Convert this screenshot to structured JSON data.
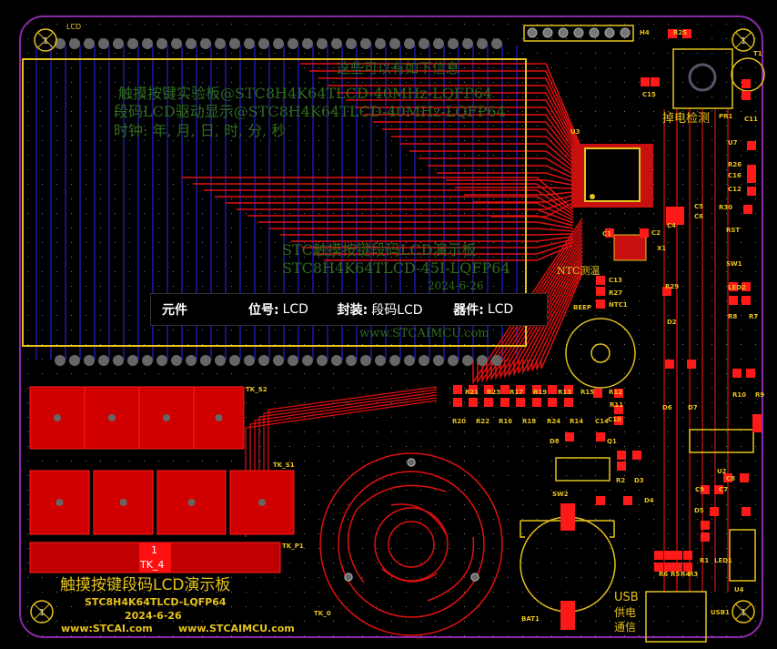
{
  "colors": {
    "board": "#000000",
    "outline": "#8a2aa8",
    "top_copper": "#e01010",
    "pad": "#ff1a1a",
    "bottom_copper": "#1a1aa8",
    "silk_top": "#e6c21c",
    "silk_bottom": "#2f6b1f",
    "grid": "#777777"
  },
  "top_silk": {
    "title": "触摸按键段码LCD演示板",
    "model": "STC8H4K64TLCD-LQFP64",
    "date": "2024-6-26",
    "web1": "www:STCAI.com",
    "web2": "www.STCAIMCU.com",
    "power_detect": "掉电检测",
    "ntc": "NTC测温",
    "usb_1": "USB",
    "usb_2": "供电",
    "usb_3": "通信",
    "lcd_ref": "LCD",
    "pad_num": "1",
    "pad_name": "TK_4",
    "fiducial": "1"
  },
  "bottom_silk": [
    "这些可以有如下信息",
    "触摸按键实验板@STC8H4K64TLCD-40MHz-LQFP64",
    "段码LCD驱动显示@STC8H4K64TLCD-40MHz-LQFP64",
    "时钟: 年, 月, 日, 时, 分, 秒",
    "STC触摸按键段码LCD演示板",
    "STC8H4K64TLCD-45I-LQFP64",
    "2024-6-26",
    "www.STCAIMCU.com"
  ],
  "designators": [
    "H4",
    "R25",
    "T1",
    "PR1",
    "C11",
    "C15",
    "U3",
    "U7",
    "R26",
    "C16",
    "C12",
    "R30",
    "C5",
    "C6",
    "C4",
    "C1",
    "C2",
    "X1",
    "RST",
    "SW1",
    "C13",
    "R27",
    "NTC1",
    "BEEP",
    "R29",
    "LED2",
    "R8",
    "R7",
    "R21",
    "R23",
    "R17",
    "R19",
    "R13",
    "R15",
    "R12",
    "R11",
    "C10",
    "R20",
    "R22",
    "R16",
    "R18",
    "R24",
    "R14",
    "C14",
    "D8",
    "Q1",
    "R2",
    "D3",
    "SW2",
    "D4",
    "BAT1",
    "D6",
    "D7",
    "R10",
    "R9",
    "U2",
    "C8",
    "C9",
    "C7",
    "D5",
    "R1",
    "LED1",
    "U4",
    "R6",
    "R5",
    "R4",
    "R3",
    "USB1",
    "TK_S2",
    "TK_S1",
    "TK_P1",
    "TK_0",
    "D2"
  ],
  "tooltip": {
    "kind": "元件",
    "designator_label": "位号:",
    "designator_value": "LCD",
    "footprint_label": "封装:",
    "footprint_value": "段码LCD",
    "device_label": "器件:",
    "device_value": "LCD"
  }
}
